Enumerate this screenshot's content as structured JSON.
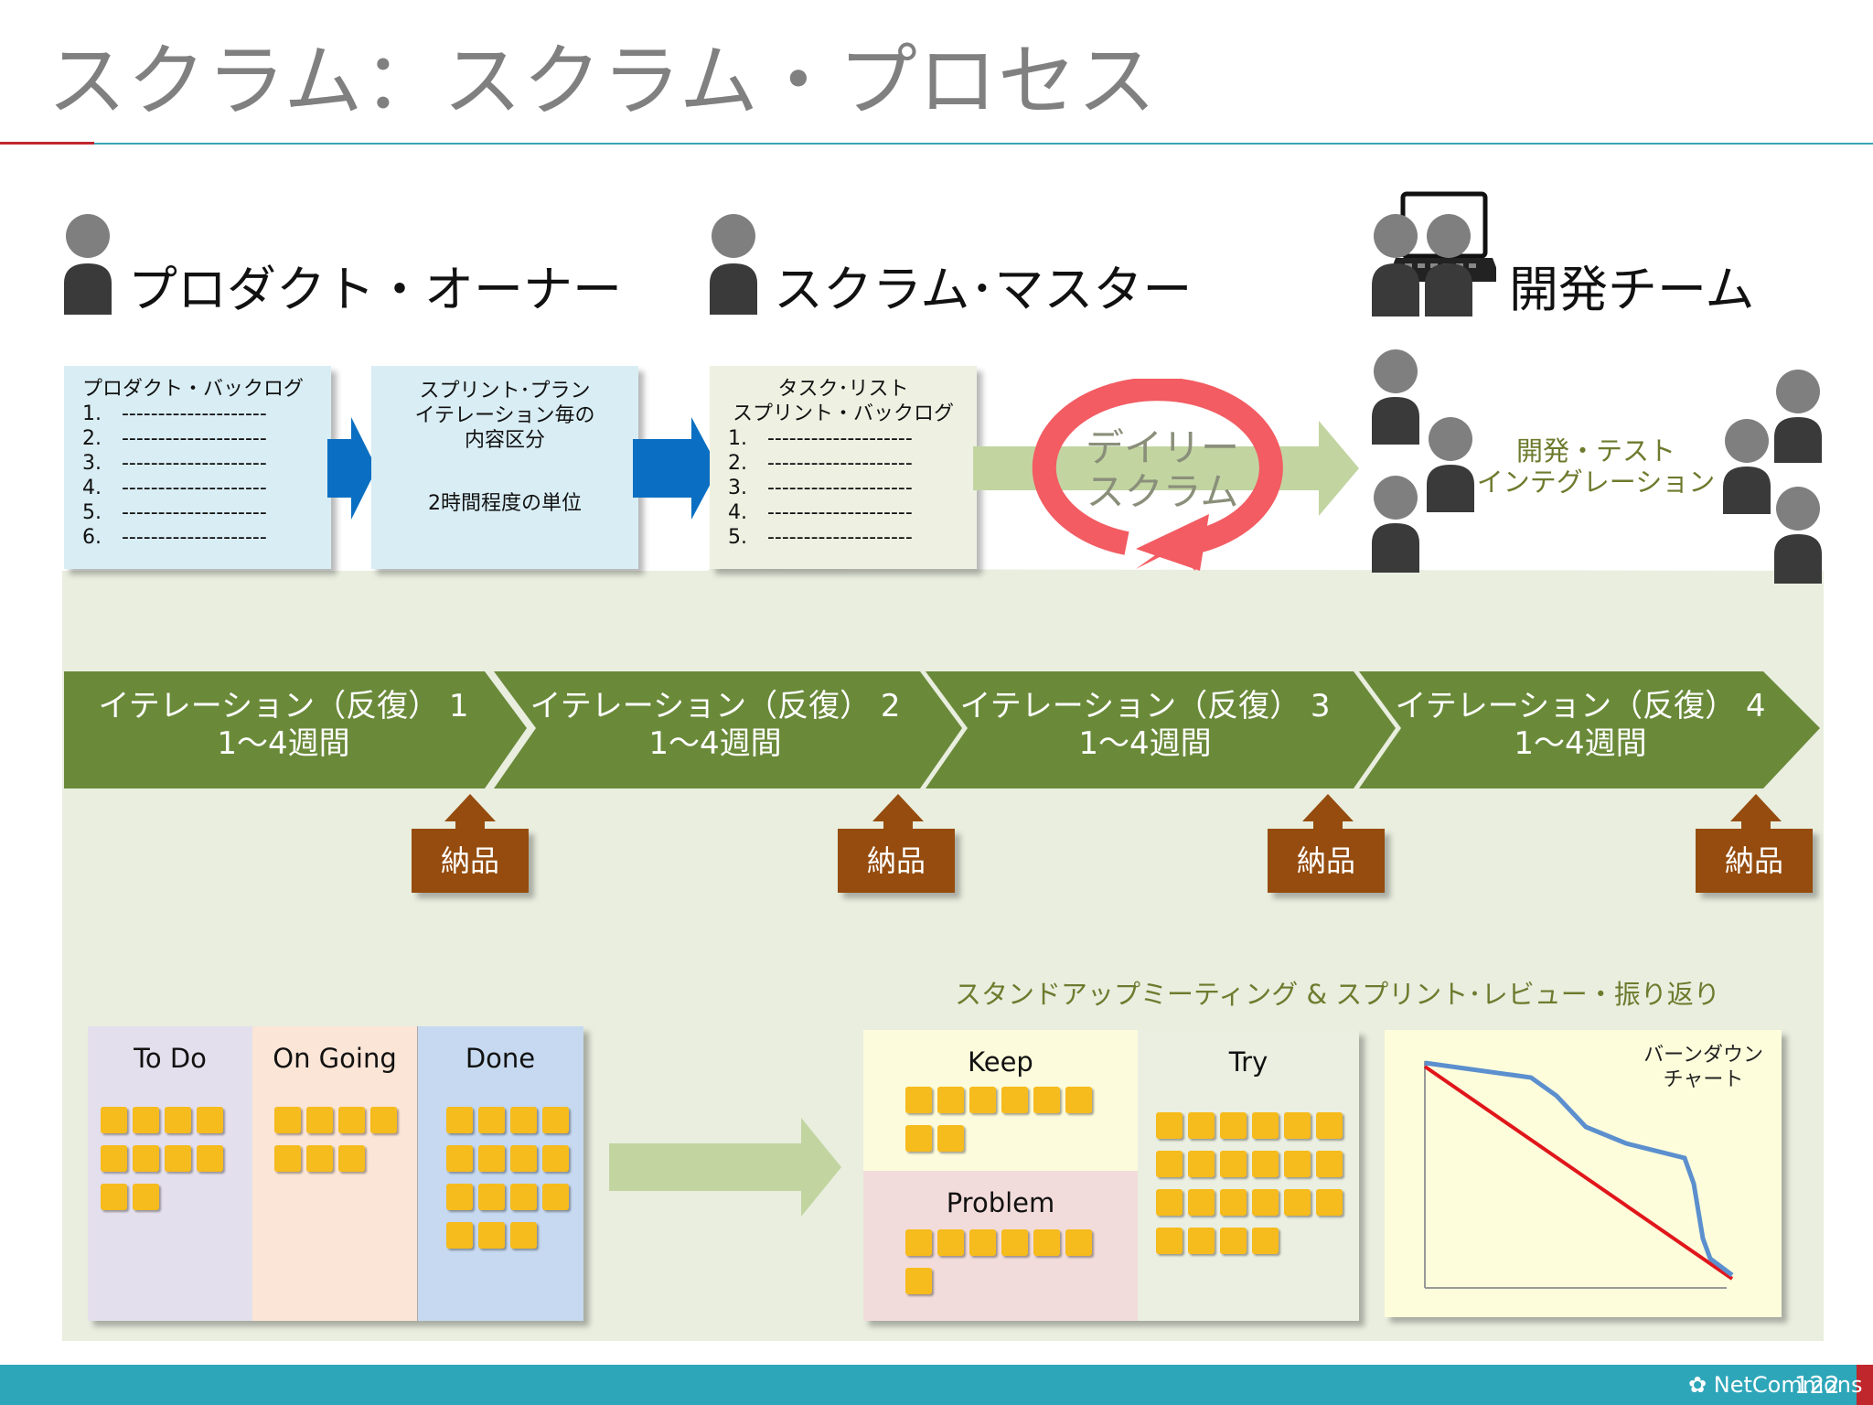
{
  "slide": {
    "title": "スクラム：スクラム・プロセス",
    "page_number": "122",
    "footer_logo": "NetCommons"
  },
  "roles": {
    "product_owner": "プロダクト・オーナー",
    "scrum_master": "スクラム･マスター",
    "dev_team": "開発チーム"
  },
  "product_backlog": {
    "title": "プロダクト・バックログ",
    "items": [
      "1.　--------------------",
      "2.　--------------------",
      "3.　--------------------",
      "4.　--------------------",
      "5.　--------------------",
      "6.　--------------------"
    ]
  },
  "sprint_plan": {
    "line1": "スプリント･プラン",
    "line2": "イテレーション毎の",
    "line3": "内容区分",
    "line4": "2時間程度の単位"
  },
  "task_list": {
    "title1": "タスク･リスト",
    "title2": "スプリント・バックログ",
    "items": [
      "1.　--------------------",
      "2.　--------------------",
      "3.　--------------------",
      "4.　--------------------",
      "5.　--------------------"
    ]
  },
  "daily_scrum": {
    "line1": "デイリー",
    "line2": "スクラム"
  },
  "dev_activity": {
    "line1": "開発・テスト",
    "line2": "インテグレーション"
  },
  "iterations": [
    {
      "label": "イテレーション（反復） 1",
      "duration": "1～4週間"
    },
    {
      "label": "イテレーション（反復） 2",
      "duration": "1～4週間"
    },
    {
      "label": "イテレーション（反復） 3",
      "duration": "1～4週間"
    },
    {
      "label": "イテレーション（反復） 4",
      "duration": "1～4週間"
    }
  ],
  "delivery_label": "納品",
  "meeting_caption": "スタンドアップミーティング & スプリント･レビュー・振り返り",
  "task_board": {
    "todo": "To Do",
    "ongoing": "On Going",
    "done": "Done"
  },
  "kpt": {
    "keep": "Keep",
    "problem": "Problem",
    "try": "Try"
  },
  "burndown": {
    "title1": "バーンダウン",
    "title2": "チャート"
  },
  "colors": {
    "iteration_green": "#6a8a3a",
    "delivery_brown": "#954c0e",
    "arrow_blue": "#0a6fc2",
    "sticky_yellow": "#f6bb1c",
    "panel_green": "#e9eedf",
    "footer_teal": "#2ea6b9",
    "cycle_red": "#f25c62",
    "ideal_line_red": "#e0161b",
    "actual_line_blue": "#5b8fce"
  }
}
